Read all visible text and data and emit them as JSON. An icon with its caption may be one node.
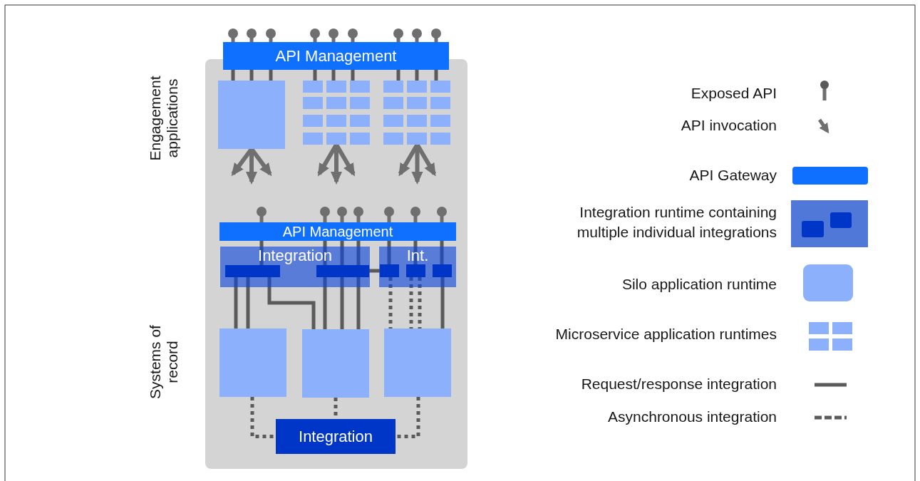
{
  "diagram": {
    "nodes": [
      {
        "text": [
          "API Management"
        ]
      },
      {
        "text": [],
        "shape": "box"
      },
      {
        "text": [],
        "shape": "grid"
      },
      {
        "text": [],
        "shape": "grid"
      },
      {
        "text": [
          "API Management"
        ]
      },
      {
        "text": [
          "Integration"
        ]
      },
      {
        "text": [],
        "shape": "box",
        "in": 5
      },
      {
        "text": [],
        "shape": "box",
        "in": 5
      },
      {
        "text": [
          "Int."
        ]
      },
      {
        "text": [],
        "shape": "box",
        "in": 8
      },
      {
        "text": [],
        "shape": "box",
        "in": 8
      },
      {
        "text": [],
        "shape": "box",
        "in": 8
      },
      {
        "text": [],
        "shape": "box"
      },
      {
        "text": [],
        "shape": "box"
      },
      {
        "text": [],
        "shape": "box"
      },
      {
        "text": [
          "Integration"
        ]
      }
    ],
    "edges": [
      {
        "from": 0,
        "to": 1,
        "arrow": "none"
      },
      {
        "from": 0,
        "to": 1,
        "arrow": "none"
      },
      {
        "from": 0,
        "to": 1,
        "arrow": "none"
      },
      {
        "from": 0,
        "to": 2,
        "arrow": "none"
      },
      {
        "from": 0,
        "to": 2,
        "arrow": "none"
      },
      {
        "from": 0,
        "to": 2,
        "arrow": "none"
      },
      {
        "from": 0,
        "to": 3,
        "arrow": "none"
      },
      {
        "from": 0,
        "to": 3,
        "arrow": "none"
      },
      {
        "from": 0,
        "to": 3,
        "arrow": "none"
      },
      {
        "from": 1,
        "to": null,
        "arrow": "to"
      },
      {
        "from": 1,
        "to": null,
        "arrow": "to"
      },
      {
        "from": 1,
        "to": null,
        "arrow": "to"
      },
      {
        "from": 2,
        "to": null,
        "arrow": "to"
      },
      {
        "from": 2,
        "to": null,
        "arrow": "to"
      },
      {
        "from": 2,
        "to": null,
        "arrow": "to"
      },
      {
        "from": 3,
        "to": null,
        "arrow": "to"
      },
      {
        "from": 3,
        "to": null,
        "arrow": "to"
      },
      {
        "from": 3,
        "to": null,
        "arrow": "to"
      },
      {
        "from": 4,
        "to": 6,
        "arrow": "none"
      },
      {
        "from": 4,
        "to": 7,
        "arrow": "none"
      },
      {
        "from": 4,
        "to": 7,
        "arrow": "none"
      },
      {
        "from": 4,
        "to": 7,
        "arrow": "none"
      },
      {
        "from": 4,
        "to": 9,
        "arrow": "none"
      },
      {
        "from": 4,
        "to": 10,
        "arrow": "none"
      },
      {
        "from": 4,
        "to": 11,
        "arrow": "none"
      },
      {
        "from": 7,
        "to": 9,
        "arrow": "none"
      },
      {
        "from": 6,
        "to": 12,
        "arrow": "none"
      },
      {
        "from": 6,
        "to": 12,
        "arrow": "none"
      },
      {
        "from": 6,
        "to": 13,
        "arrow": "none"
      },
      {
        "from": 7,
        "to": 13,
        "arrow": "none"
      },
      {
        "from": 7,
        "to": 13,
        "arrow": "none"
      },
      {
        "from": 7,
        "to": 13,
        "arrow": "none"
      },
      {
        "from": 9,
        "to": 14,
        "arrow": "none",
        "style": "dashed"
      },
      {
        "from": 10,
        "to": 14,
        "arrow": "none",
        "style": "dashed"
      },
      {
        "from": 10,
        "to": 14,
        "arrow": "none",
        "style": "dashed"
      },
      {
        "from": 11,
        "to": 14,
        "arrow": "none"
      },
      {
        "from": 12,
        "to": 15,
        "arrow": "none",
        "style": "dashed"
      },
      {
        "from": 13,
        "to": 15,
        "arrow": "none",
        "style": "dashed"
      },
      {
        "from": 14,
        "to": 15,
        "arrow": "none",
        "style": "dashed"
      }
    ],
    "labels": [
      "Engagement applications",
      "Systems of record"
    ],
    "legend": [
      {
        "text": "Exposed API"
      },
      {
        "text": "API  invocation"
      },
      {
        "text": "API Gateway",
        "color": "#0f6fff"
      },
      {
        "text": "Integration runtime containing multiple individual integrations"
      },
      {
        "text": "Silo application runtime",
        "color": "#8cb0fc"
      },
      {
        "text": "Microservice application runtimes"
      },
      {
        "text": "Request/response integration"
      },
      {
        "text": "Asynchronous integration"
      }
    ]
  }
}
